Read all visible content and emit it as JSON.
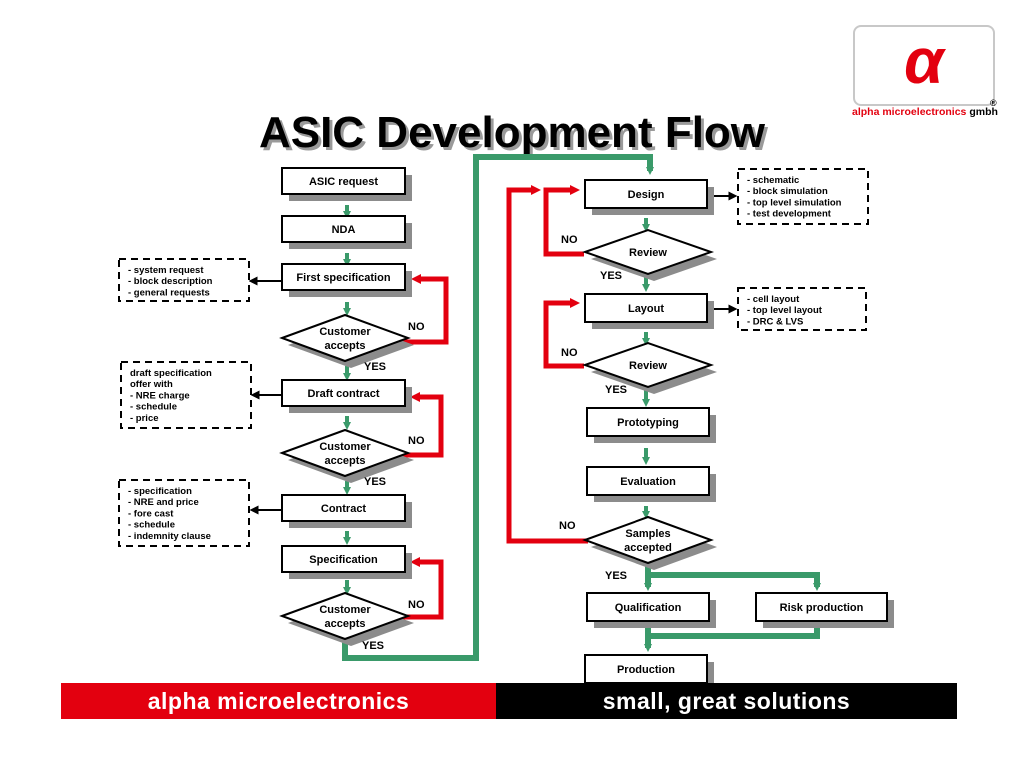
{
  "title": "ASIC Development Flow",
  "logo": {
    "symbol": "α",
    "company": "alpha microelectronics",
    "suffix": "gmbh",
    "registered": "®"
  },
  "footer": {
    "left": "alpha microelectronics",
    "right": "small, great solutions"
  },
  "colors": {
    "accent_red": "#e3000f",
    "flow_green": "#3a9a6a",
    "shadow_gray": "#8c8c8c"
  },
  "boxes": {
    "asic_request": "ASIC request",
    "nda": "NDA",
    "first_spec": "First specification",
    "draft_contract": "Draft contract",
    "contract": "Contract",
    "specification": "Specification",
    "design": "Design",
    "layout": "Layout",
    "prototyping": "Prototyping",
    "evaluation": "Evaluation",
    "qualification": "Qualification",
    "risk_production": "Risk production",
    "production": "Production"
  },
  "decisions": {
    "customer_accepts_1": [
      "Customer",
      "accepts"
    ],
    "customer_accepts_2": [
      "Customer",
      "accepts"
    ],
    "customer_accepts_3": [
      "Customer",
      "accepts"
    ],
    "review_1": [
      "Review"
    ],
    "review_2": [
      "Review"
    ],
    "samples_accepted": [
      "Samples",
      "accepted"
    ]
  },
  "labels": {
    "yes": "YES",
    "no": "NO"
  },
  "notes": {
    "first_spec_note": [
      "- system  request",
      "- block description",
      "- general requests"
    ],
    "draft_contract_note": [
      "draft specification",
      "offer with",
      "- NRE charge",
      "- schedule",
      "- price"
    ],
    "contract_note": [
      "- specification",
      "- NRE and price",
      "- fore cast",
      "- schedule",
      "- indemnity clause"
    ],
    "design_note": [
      "- schematic",
      "- block simulation",
      "- top level simulation",
      "- test development"
    ],
    "layout_note": [
      "- cell layout",
      "- top level layout",
      "- DRC & LVS"
    ]
  }
}
